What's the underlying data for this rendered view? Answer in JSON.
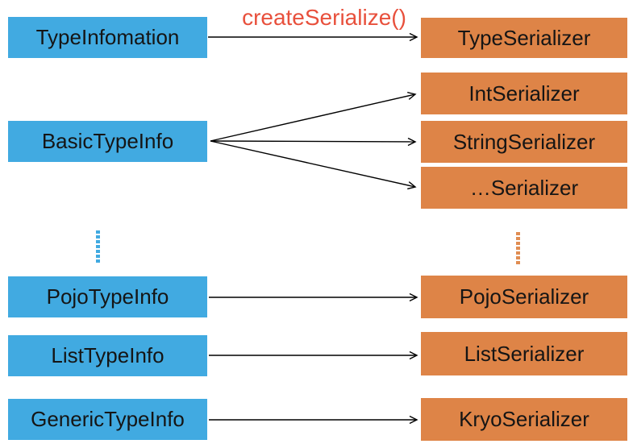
{
  "diagram": {
    "title_hint": "TypeInformation to TypeSerializer mapping diagram",
    "edge_label": "createSerialize()",
    "left_nodes": [
      {
        "label": "TypeInfomation"
      },
      {
        "label": "BasicTypeInfo"
      },
      {
        "label": "PojoTypeInfo"
      },
      {
        "label": "ListTypeInfo"
      },
      {
        "label": "GenericTypeInfo"
      }
    ],
    "right_nodes": [
      {
        "label": "TypeSerializer"
      },
      {
        "label": "IntSerializer"
      },
      {
        "label": "StringSerializer"
      },
      {
        "label": "…Serializer"
      },
      {
        "label": "PojoSerializer"
      },
      {
        "label": "ListSerializer"
      },
      {
        "label": "KryoSerializer"
      }
    ],
    "colors": {
      "left_node_fill": "#41aae1",
      "right_node_fill": "#de8447",
      "edge_label_text": "#e8503c",
      "arrow_stroke": "#000000",
      "node_text": "#151515",
      "background": "#ffffff"
    }
  }
}
